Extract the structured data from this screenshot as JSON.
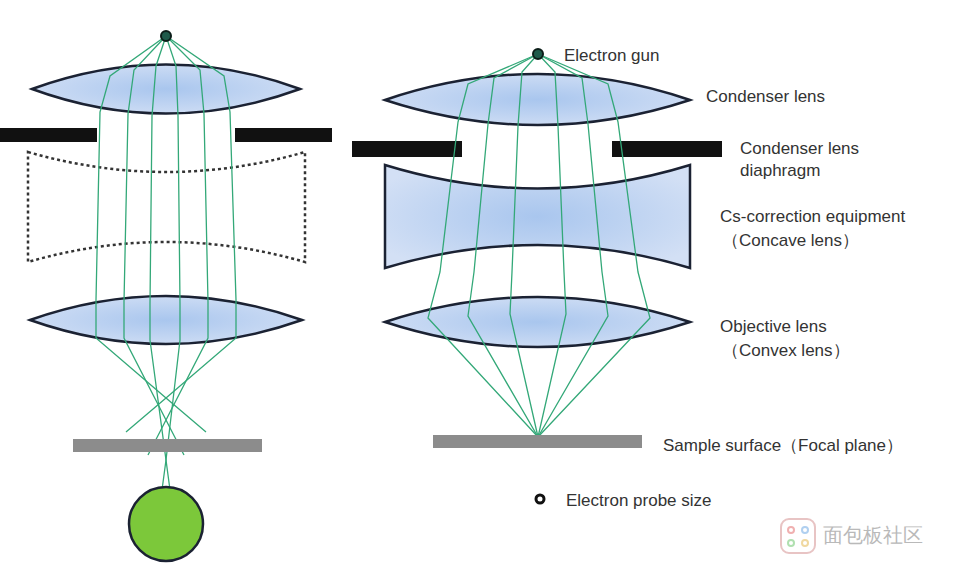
{
  "diagram": {
    "labels": [
      "Electron gun",
      "Condenser lens",
      "Condenser lens diaphragm",
      "Cs-correction equipment",
      "（Concave lens）",
      "Objective lens",
      "（Convex lens）",
      "Sample surface（Focal plane）",
      "Electron probe size",
      "面包板社区"
    ]
  }
}
